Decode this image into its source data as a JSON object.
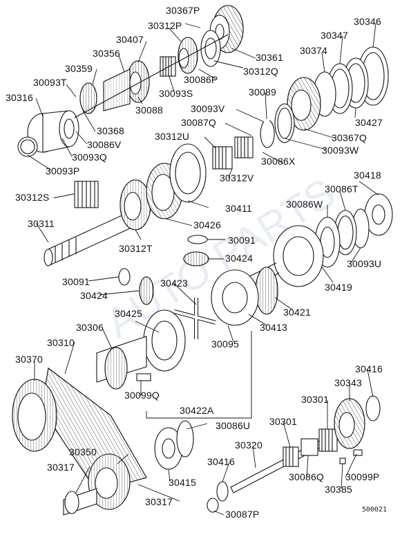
{
  "diagram": {
    "code": "500021",
    "watermark": "AUTO PARTS",
    "labels": {
      "l30367P": "30367P",
      "l30312P": "30312P",
      "l30407": "30407",
      "l30356": "30356",
      "l30359": "30359",
      "l30093T": "30093T",
      "l30316": "30316",
      "l30361": "30361",
      "l30312Q": "30312Q",
      "l30086P": "30086P",
      "l30093S": "30093S",
      "l30088": "30088",
      "l30368": "30368",
      "l30086V": "30086V",
      "l30093Q": "30093Q",
      "l30093P": "30093P",
      "l30346": "30346",
      "l30347": "30347",
      "l30374": "30374",
      "l30089": "30089",
      "l30093V": "30093V",
      "l30087Q": "30087Q",
      "l30312U": "30312U",
      "l30427": "30427",
      "l30367Q": "30367Q",
      "l30093W": "30093W",
      "l30086X": "30086X",
      "l30312V": "30312V",
      "l30312S": "30312S",
      "l30411": "30411",
      "l30418": "30418",
      "l30086T": "30086T",
      "l30086W": "30086W",
      "l30311": "30311",
      "l30426": "30426",
      "l30312T": "30312T",
      "l30091a": "30091",
      "l30424a": "30424",
      "l30093U": "30093U",
      "l30419": "30419",
      "l30091b": "30091",
      "l30424b": "30424",
      "l30423": "30423",
      "l30421": "30421",
      "l30413": "30413",
      "l30425": "30425",
      "l30306": "30306",
      "l30310": "30310",
      "l30370": "30370",
      "l30095": "30095",
      "l30099Q": "30099Q",
      "l30422A": "30422A",
      "l30416a": "30416",
      "l30343": "30343",
      "l30301a": "30301",
      "l30086U": "30086U",
      "l30301b": "30301",
      "l30320": "30320",
      "l30350": "30350",
      "l30416b": "30416",
      "l30086Q": "30086Q",
      "l30099P": "30099P",
      "l30385": "30385",
      "l30317a": "30317",
      "l30415": "30415",
      "l30317b": "30317",
      "l30087P": "30087P"
    }
  }
}
